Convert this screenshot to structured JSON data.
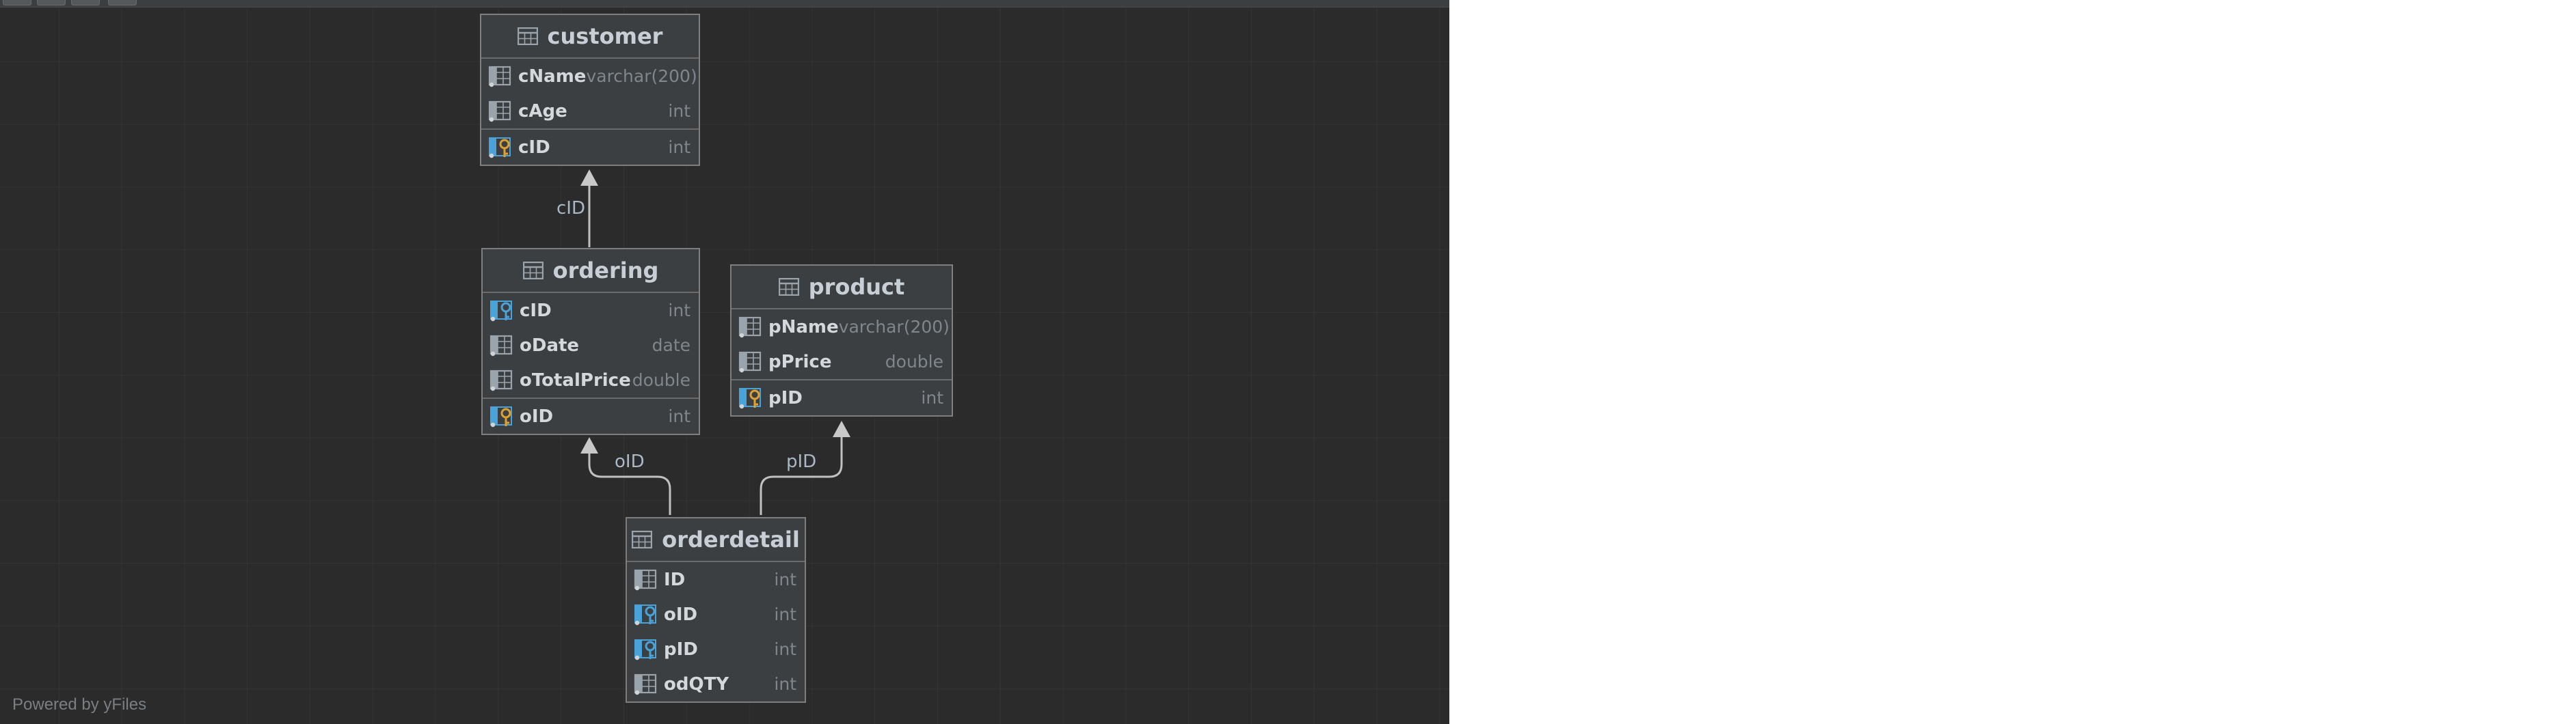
{
  "diagram": {
    "footer": "Powered by yFiles",
    "tables": [
      {
        "name": "customer",
        "columns": [
          {
            "name": "cName",
            "type": "varchar(200)",
            "kind": "column"
          },
          {
            "name": "cAge",
            "type": "int",
            "kind": "column"
          },
          {
            "name": "cID",
            "type": "int",
            "kind": "primary-key"
          }
        ]
      },
      {
        "name": "ordering",
        "columns": [
          {
            "name": "cID",
            "type": "int",
            "kind": "foreign-key"
          },
          {
            "name": "oDate",
            "type": "date",
            "kind": "column"
          },
          {
            "name": "oTotalPrice",
            "type": "double",
            "kind": "column"
          },
          {
            "name": "oID",
            "type": "int",
            "kind": "primary-key"
          }
        ]
      },
      {
        "name": "product",
        "columns": [
          {
            "name": "pName",
            "type": "varchar(200)",
            "kind": "column"
          },
          {
            "name": "pPrice",
            "type": "double",
            "kind": "column"
          },
          {
            "name": "pID",
            "type": "int",
            "kind": "primary-key"
          }
        ]
      },
      {
        "name": "orderdetail",
        "columns": [
          {
            "name": "ID",
            "type": "int",
            "kind": "column"
          },
          {
            "name": "oID",
            "type": "int",
            "kind": "foreign-key"
          },
          {
            "name": "pID",
            "type": "int",
            "kind": "foreign-key"
          },
          {
            "name": "odQTY",
            "type": "int",
            "kind": "column"
          }
        ]
      }
    ],
    "relations": [
      {
        "from": "ordering",
        "to": "customer",
        "label": "cID"
      },
      {
        "from": "orderdetail",
        "to": "ordering",
        "label": "oID"
      },
      {
        "from": "orderdetail",
        "to": "product",
        "label": "pID"
      }
    ],
    "colors": {
      "background": "#2b2b2b",
      "table_fill": "#3c3f41",
      "table_border": "#7e7e7e",
      "edge": "#c0c0c0",
      "key_gold": "#e0a030",
      "fk_blue": "#4aa3d8"
    }
  }
}
